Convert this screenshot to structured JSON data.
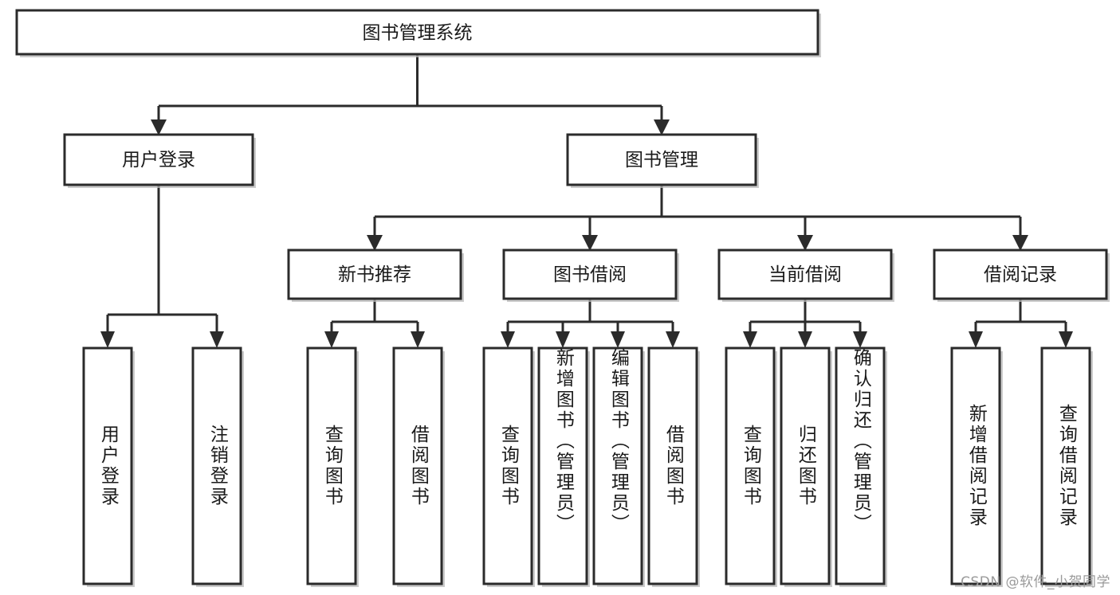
{
  "diagram": {
    "title": "图书管理系统",
    "type": "tree",
    "watermark": "CSDN @软件_小贺同学",
    "colors": {
      "box_stroke": "#2b2b2b",
      "box_fill": "#ffffff",
      "text": "#1a1a1a",
      "watermark": "#9a9a9a",
      "shadow": "#b9b9b9"
    },
    "nodes": {
      "root": {
        "label": "图书管理系统",
        "level": 1
      },
      "l2": [
        {
          "id": "user-login",
          "label": "用户登录",
          "level": 2
        },
        {
          "id": "book-manage",
          "label": "图书管理",
          "level": 2
        }
      ],
      "l3": [
        {
          "id": "new-book-rec",
          "label": "新书推荐",
          "level": 3
        },
        {
          "id": "book-borrow",
          "label": "图书借阅",
          "level": 3
        },
        {
          "id": "current-borrow",
          "label": "当前借阅",
          "level": 3
        },
        {
          "id": "borrow-record",
          "label": "借阅记录",
          "level": 3
        }
      ],
      "leaves": {
        "user-login": [
          {
            "id": "leaf-user-login",
            "label": "用户登录"
          },
          {
            "id": "leaf-logout",
            "label": "注销登录"
          }
        ],
        "new-book-rec": [
          {
            "id": "leaf-query-book-1",
            "label": "查询图书"
          },
          {
            "id": "leaf-borrow-book-1",
            "label": "借阅图书"
          }
        ],
        "book-borrow": [
          {
            "id": "leaf-query-book-2",
            "label": "查询图书"
          },
          {
            "id": "leaf-add-book",
            "label": "新增图书（管理员）"
          },
          {
            "id": "leaf-edit-book",
            "label": "编辑图书（管理员）"
          },
          {
            "id": "leaf-borrow-book-2",
            "label": "借阅图书"
          }
        ],
        "current-borrow": [
          {
            "id": "leaf-query-book-3",
            "label": "查询图书"
          },
          {
            "id": "leaf-return-book",
            "label": "归还图书"
          },
          {
            "id": "leaf-confirm-return",
            "label": "确认归还（管理员）"
          }
        ],
        "borrow-record": [
          {
            "id": "leaf-add-record",
            "label": "新增借阅记录"
          },
          {
            "id": "leaf-query-record",
            "label": "查询借阅记录"
          }
        ]
      }
    }
  }
}
